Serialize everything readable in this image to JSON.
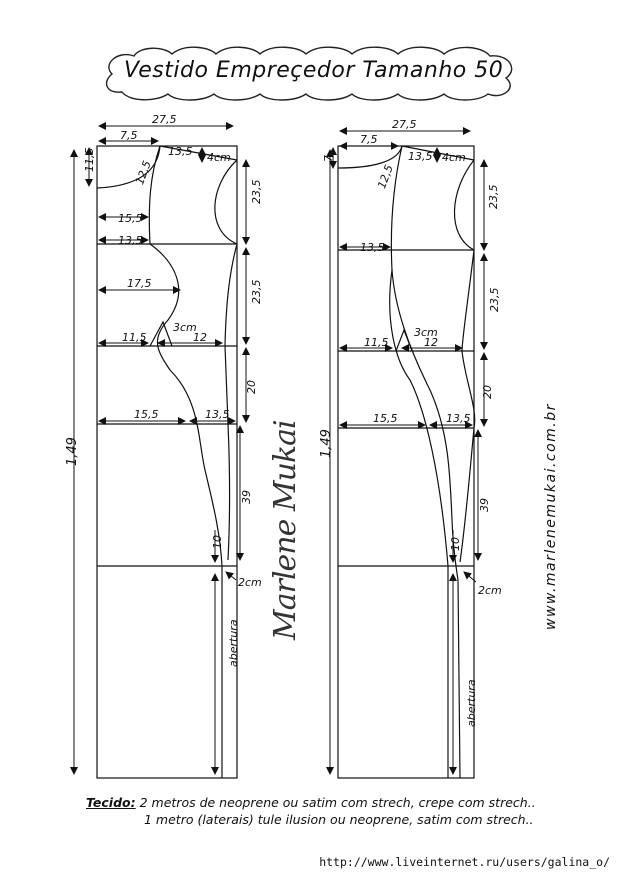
{
  "title": "Vestido Empreçedor Tamanho 50",
  "fabric_label": "Tecido:",
  "fabric_line1": "2 metros de neoprene ou satim com strech, crepe com strech..",
  "fabric_line2": "1 metro (laterais) tule ilusion ou neoprene, satim com strech..",
  "website": "www.marlenemukai.com.br",
  "signature": "Marlene Mukai",
  "url": "http://www.liveinternet.ru/users/galina_o/",
  "left_pattern": {
    "width_top": "27,5",
    "neck_width": "7,5",
    "shoulder": "13,5",
    "neck_drop": "11,5",
    "shoulder_drop": "4cm",
    "armhole": "12,5",
    "seg1": "23,5",
    "w1": "15,5",
    "w2": "13,5",
    "w3": "17,5",
    "seg2": "23,5",
    "dart": "3cm",
    "w4": "11,5",
    "w5": "12",
    "seg3": "20",
    "w6": "15,5",
    "w7": "13,5",
    "total": "1,49",
    "seg4": "39",
    "seg5": "10",
    "hem": "2cm",
    "opening": "abertura"
  },
  "right_pattern": {
    "width_top": "27,5",
    "neck_width": "7,5",
    "shoulder": "13,5",
    "neck_drop": "7",
    "shoulder_drop": "4cm",
    "armhole": "12,5",
    "seg1": "23,5",
    "w2": "13,5",
    "seg2": "23,5",
    "dart": "3cm",
    "w4": "11,5",
    "w5": "12",
    "seg3": "20",
    "w6": "15,5",
    "w7": "13,5",
    "total": "1,49",
    "seg4": "39",
    "seg5": "10",
    "hem": "2cm",
    "opening": "abertura"
  }
}
